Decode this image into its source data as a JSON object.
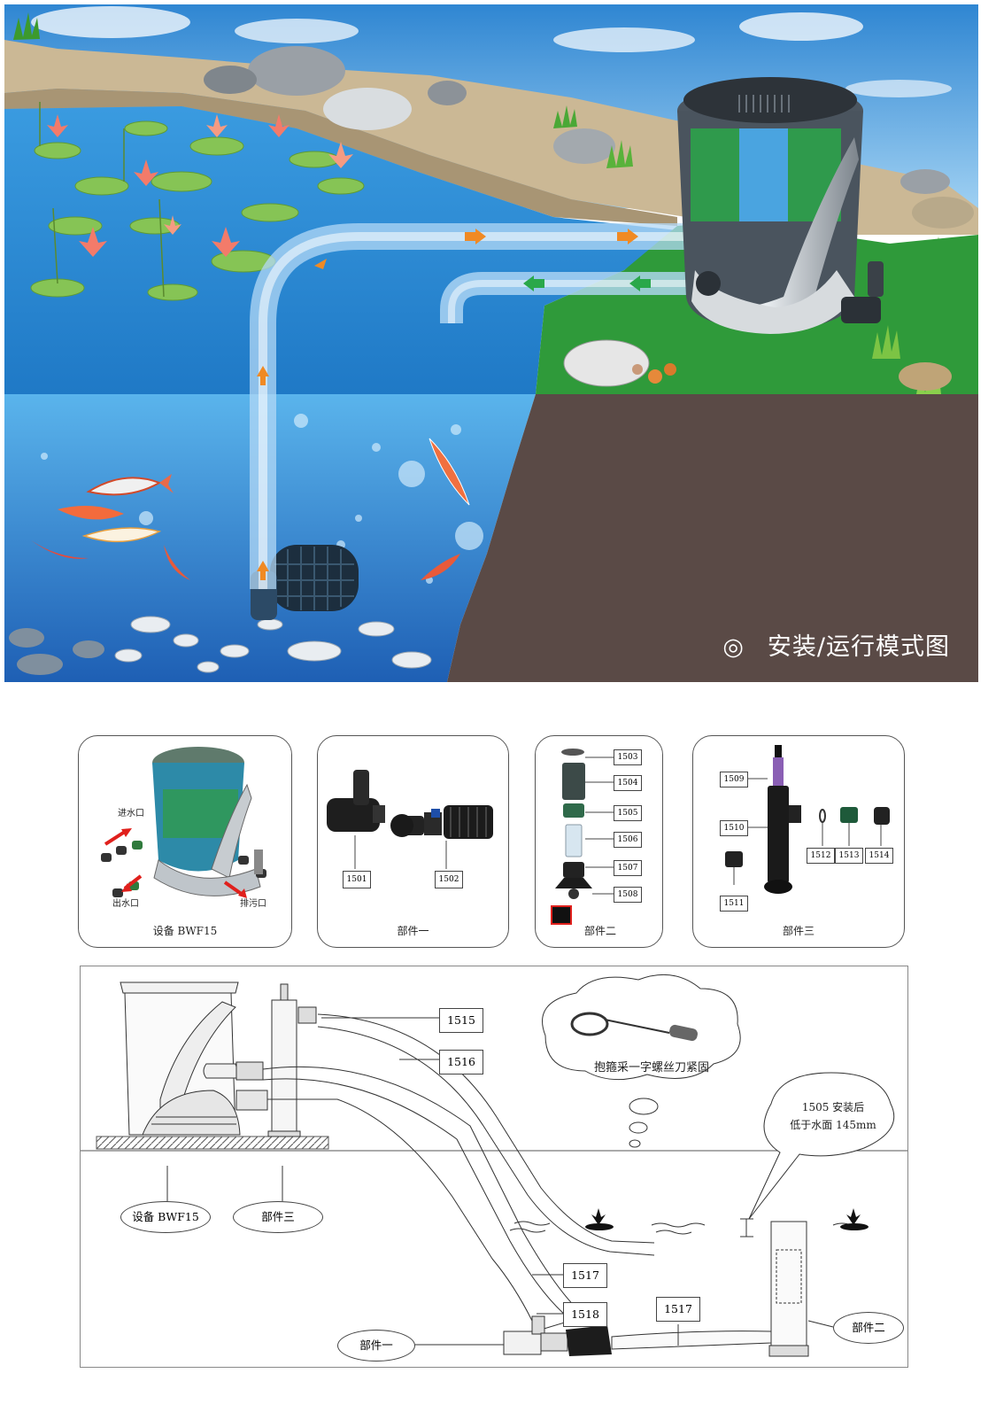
{
  "scene": {
    "caption_symbol": "◎",
    "caption": "安装/运行模式图"
  },
  "panels": {
    "device": {
      "title": "设备 BWF15",
      "inlet": "进水口",
      "outlet": "出水口",
      "drain": "排污口"
    },
    "part1": {
      "title": "部件一",
      "codes": [
        "1501",
        "1502"
      ]
    },
    "part2": {
      "title": "部件二",
      "codes": [
        "1503",
        "1504",
        "1505",
        "1506",
        "1507",
        "1508"
      ]
    },
    "part3": {
      "title": "部件三",
      "codes": [
        "1509",
        "1510",
        "1511",
        "1512",
        "1513",
        "1514"
      ]
    }
  },
  "install": {
    "hose_top": "1515",
    "hose_mid": "1516",
    "hose_low_a": "1517",
    "hose_low_b": "1518",
    "hose_pipe": "1517",
    "clamp_note": "抱箍采一字螺丝刀紧固",
    "depth_note_1": "1505 安装后",
    "depth_note_2": "低于水面 145mm",
    "device_oval": "设备 BWF15",
    "part3_oval": "部件三",
    "part1_oval": "部件一",
    "part2_oval": "部件二"
  },
  "icons": [
    "flow-arrow-icon",
    "clamp-icon",
    "screwdriver-icon",
    "lotus-icon",
    "koi-icon"
  ],
  "colors": {
    "sky": "#5aa8e0",
    "pond": "#2f86cf",
    "grass": "#2f9a3a",
    "soil": "#5a4a46",
    "flow_out": "#f08a24",
    "flow_in": "#2aa84a"
  }
}
